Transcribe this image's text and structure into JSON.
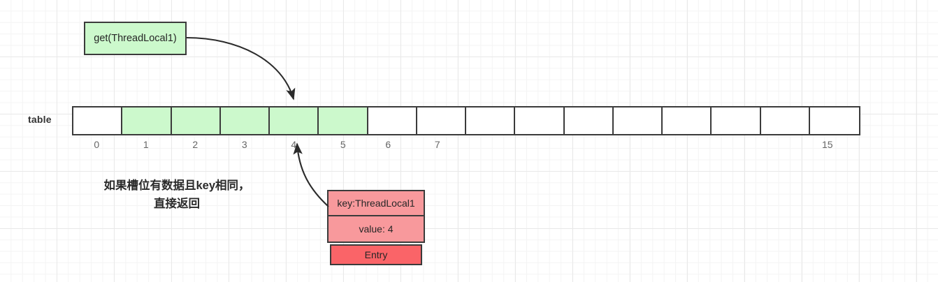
{
  "diagram": {
    "title_box": {
      "label": "get(ThreadLocal1)"
    },
    "table": {
      "label": "table",
      "cell_count": 16,
      "filled_indices": [
        1,
        2,
        3,
        4,
        5
      ],
      "index_labels": [
        "0",
        "1",
        "2",
        "3",
        "4",
        "5",
        "6",
        "7",
        "15"
      ],
      "index_label_slots": [
        0,
        1,
        2,
        3,
        4,
        5,
        6,
        7,
        15
      ],
      "colors": {
        "filled": "#ccf9cc",
        "empty": "#ffffff",
        "border": "#3b3b3b",
        "index_text": "#666666"
      }
    },
    "note": {
      "line1": "如果槽位有数据且key相同，",
      "line2": "直接返回"
    },
    "entry": {
      "key_label": "key:ThreadLocal1",
      "value_label": "value: 4",
      "type_label": "Entry",
      "colors": {
        "kv_fill": "#f8999c",
        "entry_fill": "#fa6468",
        "border": "#3b3b3b"
      }
    },
    "arrows": {
      "get_to_slot4": "curve from get(ThreadLocal1) box right edge down to table slot 4 top",
      "entry_to_slot4": "curve from entry key box left side up to table slot 4 bottom"
    }
  }
}
